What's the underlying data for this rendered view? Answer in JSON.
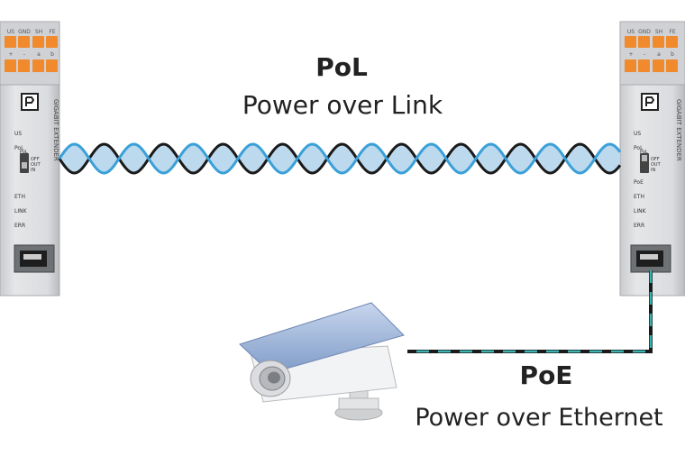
{
  "pol": {
    "title": "PoL",
    "subtitle": "Power over Link"
  },
  "poe": {
    "title": "PoE",
    "subtitle": "Power over Ethernet"
  },
  "device": {
    "name": "GIGABIT EXTENDER",
    "terminals": [
      "US",
      "GND",
      "SH",
      "FE"
    ],
    "terminal_pins": [
      "+",
      "-",
      "a",
      "b"
    ],
    "leds_left": [
      "US",
      "PoL",
      "ETH",
      "LINK",
      "ERR"
    ],
    "leds_right": [
      "US",
      "PoL",
      "PoE",
      "ETH",
      "LINK",
      "ERR"
    ],
    "switch_label": "PoL",
    "switch_positions": [
      "OFF",
      "OUT",
      "IN"
    ]
  },
  "colors": {
    "terminal_orange": "#f08a2c",
    "cable_blue": "#3aa0d8",
    "cable_fill": "#bcd9ee",
    "cable_black": "#1a1a1a",
    "poe_teal": "#3bb3b0",
    "device_gray": "#d7d9dc"
  },
  "icons": [
    "phoenix-logo-icon",
    "rj45-port-icon",
    "camera-icon"
  ]
}
